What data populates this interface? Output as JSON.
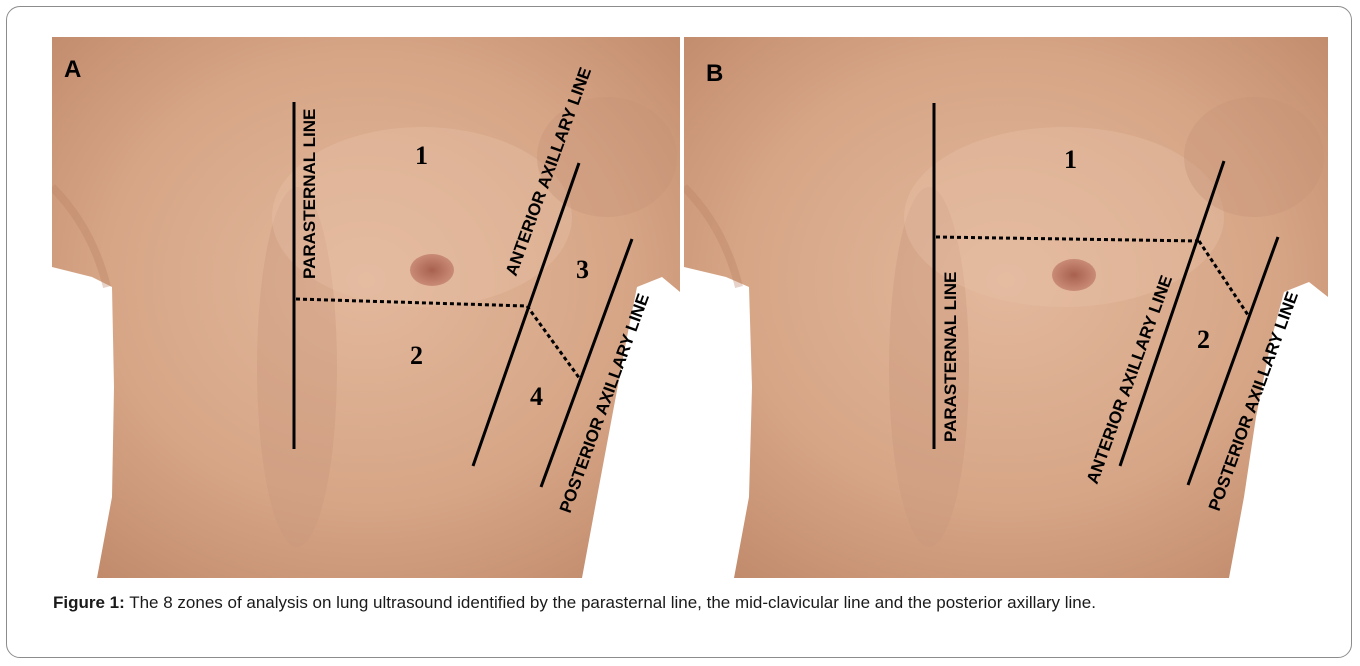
{
  "figure": {
    "panels": [
      {
        "label": "A",
        "lines": {
          "parasternal": "PARASTERNAL LINE",
          "anterior_axillary": "ANTERIOR AXILLARY LINE",
          "posterior_axillary": "POSTERIOR AXILLARY LINE"
        },
        "zones": [
          "1",
          "2",
          "3",
          "4"
        ]
      },
      {
        "label": "B",
        "lines": {
          "parasternal": "PARASTERNAL LINE",
          "anterior_axillary": "ANTERIOR AXILLARY LINE",
          "posterior_axillary": "POSTERIOR AXILLARY LINE"
        },
        "zones": [
          "1",
          "2"
        ]
      }
    ],
    "caption": {
      "label": "Figure 1:",
      "text": " The 8 zones of analysis on lung ultrasound identified by the parasternal line, the mid-clavicular line and the posterior axillary line."
    }
  },
  "colors": {
    "skin": "#d9ab8e",
    "line": "#000000",
    "border": "#8c8c8c"
  }
}
